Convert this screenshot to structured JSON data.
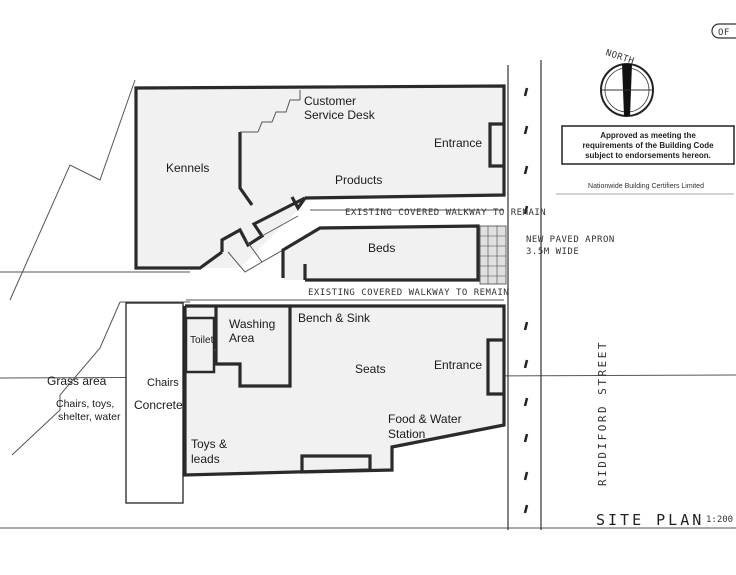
{
  "rooms": {
    "customer_service": [
      "Customer",
      "Service Desk"
    ],
    "kennels": "Kennels",
    "products": "Products",
    "entrance_top": "Entrance",
    "beds": "Beds",
    "washing": [
      "Washing",
      "Area"
    ],
    "toilet": "Toilet",
    "bench_sink": "Bench & Sink",
    "seats": "Seats",
    "entrance_bottom": "Entrance",
    "food_water": [
      "Food & Water",
      "Station"
    ],
    "toys_leads": [
      "Toys &",
      "leads"
    ],
    "chairs": "Chairs",
    "concrete": "Concrete",
    "grass_area": "Grass area",
    "grass_details": [
      "Chairs, toys,",
      "shelter, water"
    ]
  },
  "annotations": {
    "walkway_top": "EXISTING COVERED WALKWAY TO REMAIN",
    "walkway_bottom": "EXISTING COVERED WALKWAY TO REMAIN",
    "apron": [
      "NEW PAVED APRON",
      "3.5M WIDE"
    ],
    "street": "RIDDIFORD STREET",
    "site_plan": "SITE PLAN",
    "scale": "1:200",
    "north": "NORTH",
    "corner_tag": "OF"
  },
  "stamp": {
    "lines": [
      "Approved as meeting the",
      "requirements of the Building Code",
      "subject to endorsements hereon."
    ],
    "certifier": "Nationwide Building Certifiers Limited"
  }
}
